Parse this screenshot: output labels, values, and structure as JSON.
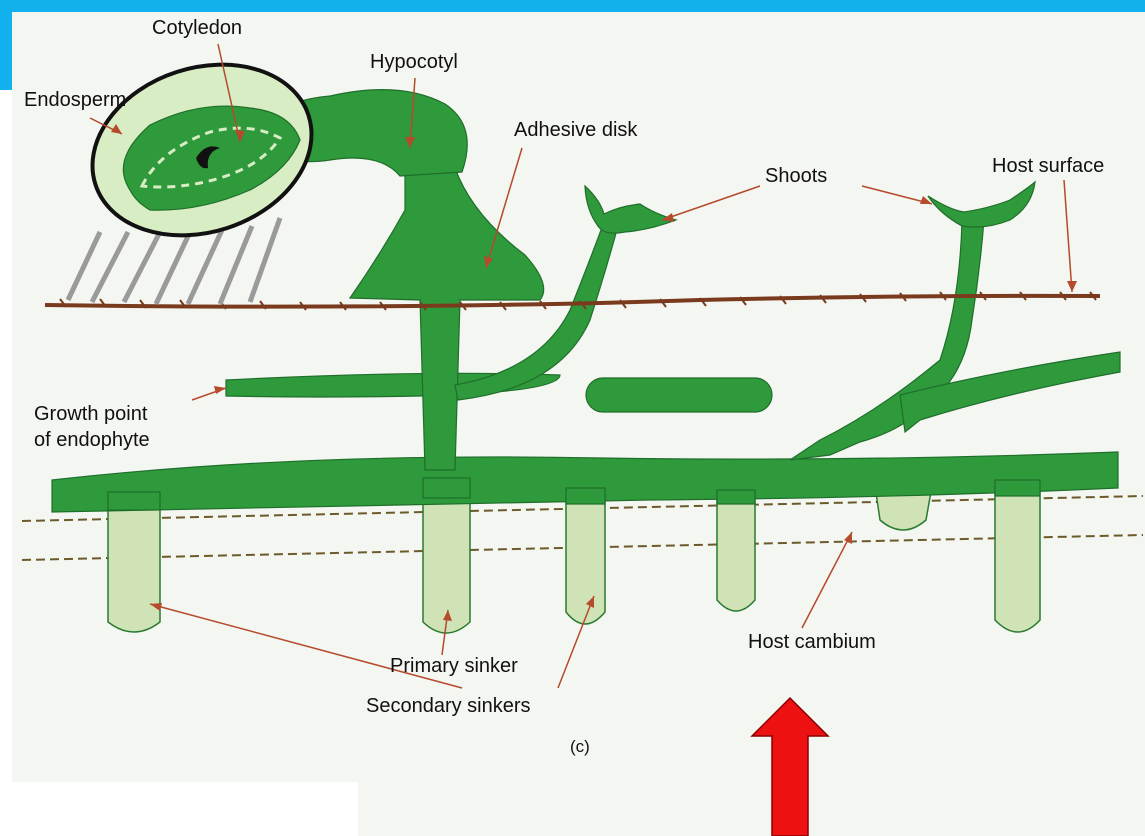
{
  "colors": {
    "frame": "#12b0ec",
    "plant_green": "#2e9a3c",
    "sinker_light": "#cfe3b6",
    "endosperm": "#d8edc4",
    "host_surface": "#7a3a1e",
    "leader": "#b54a2c",
    "arrow": "#ee1111"
  },
  "labels": {
    "cotyledon": "Cotyledon",
    "hypocotyl": "Hypocotyl",
    "endosperm": "Endosperm",
    "adhesive_disk": "Adhesive disk",
    "shoots": "Shoots",
    "host_surface": "Host surface",
    "growth_point_line1": "Growth point",
    "growth_point_line2": "of endophyte",
    "primary_sinker": "Primary sinker",
    "secondary_sinkers": "Secondary sinkers",
    "host_cambium": "Host cambium",
    "panel": "(c)"
  },
  "icons": {
    "pointer": "red-up-arrow-icon"
  }
}
